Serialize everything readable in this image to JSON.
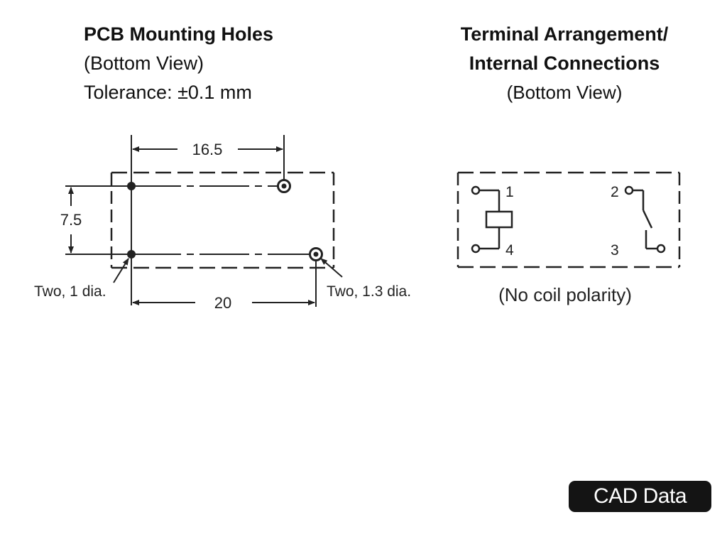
{
  "pcb": {
    "title": "PCB Mounting Holes",
    "view": "(Bottom View)",
    "tolerance": "Tolerance: ±0.1 mm",
    "dim_top": "16.5",
    "dim_left": "7.5",
    "dim_bottom": "20",
    "label_small_holes": "Two, 1 dia.",
    "label_large_holes": "Two, 1.3 dia."
  },
  "terminal": {
    "title_line1": "Terminal Arrangement/",
    "title_line2": "Internal Connections",
    "view": "(Bottom View)",
    "pin1": "1",
    "pin2": "2",
    "pin3": "3",
    "pin4": "4",
    "note": "(No coil polarity)"
  },
  "cad_button": "CAD Data"
}
